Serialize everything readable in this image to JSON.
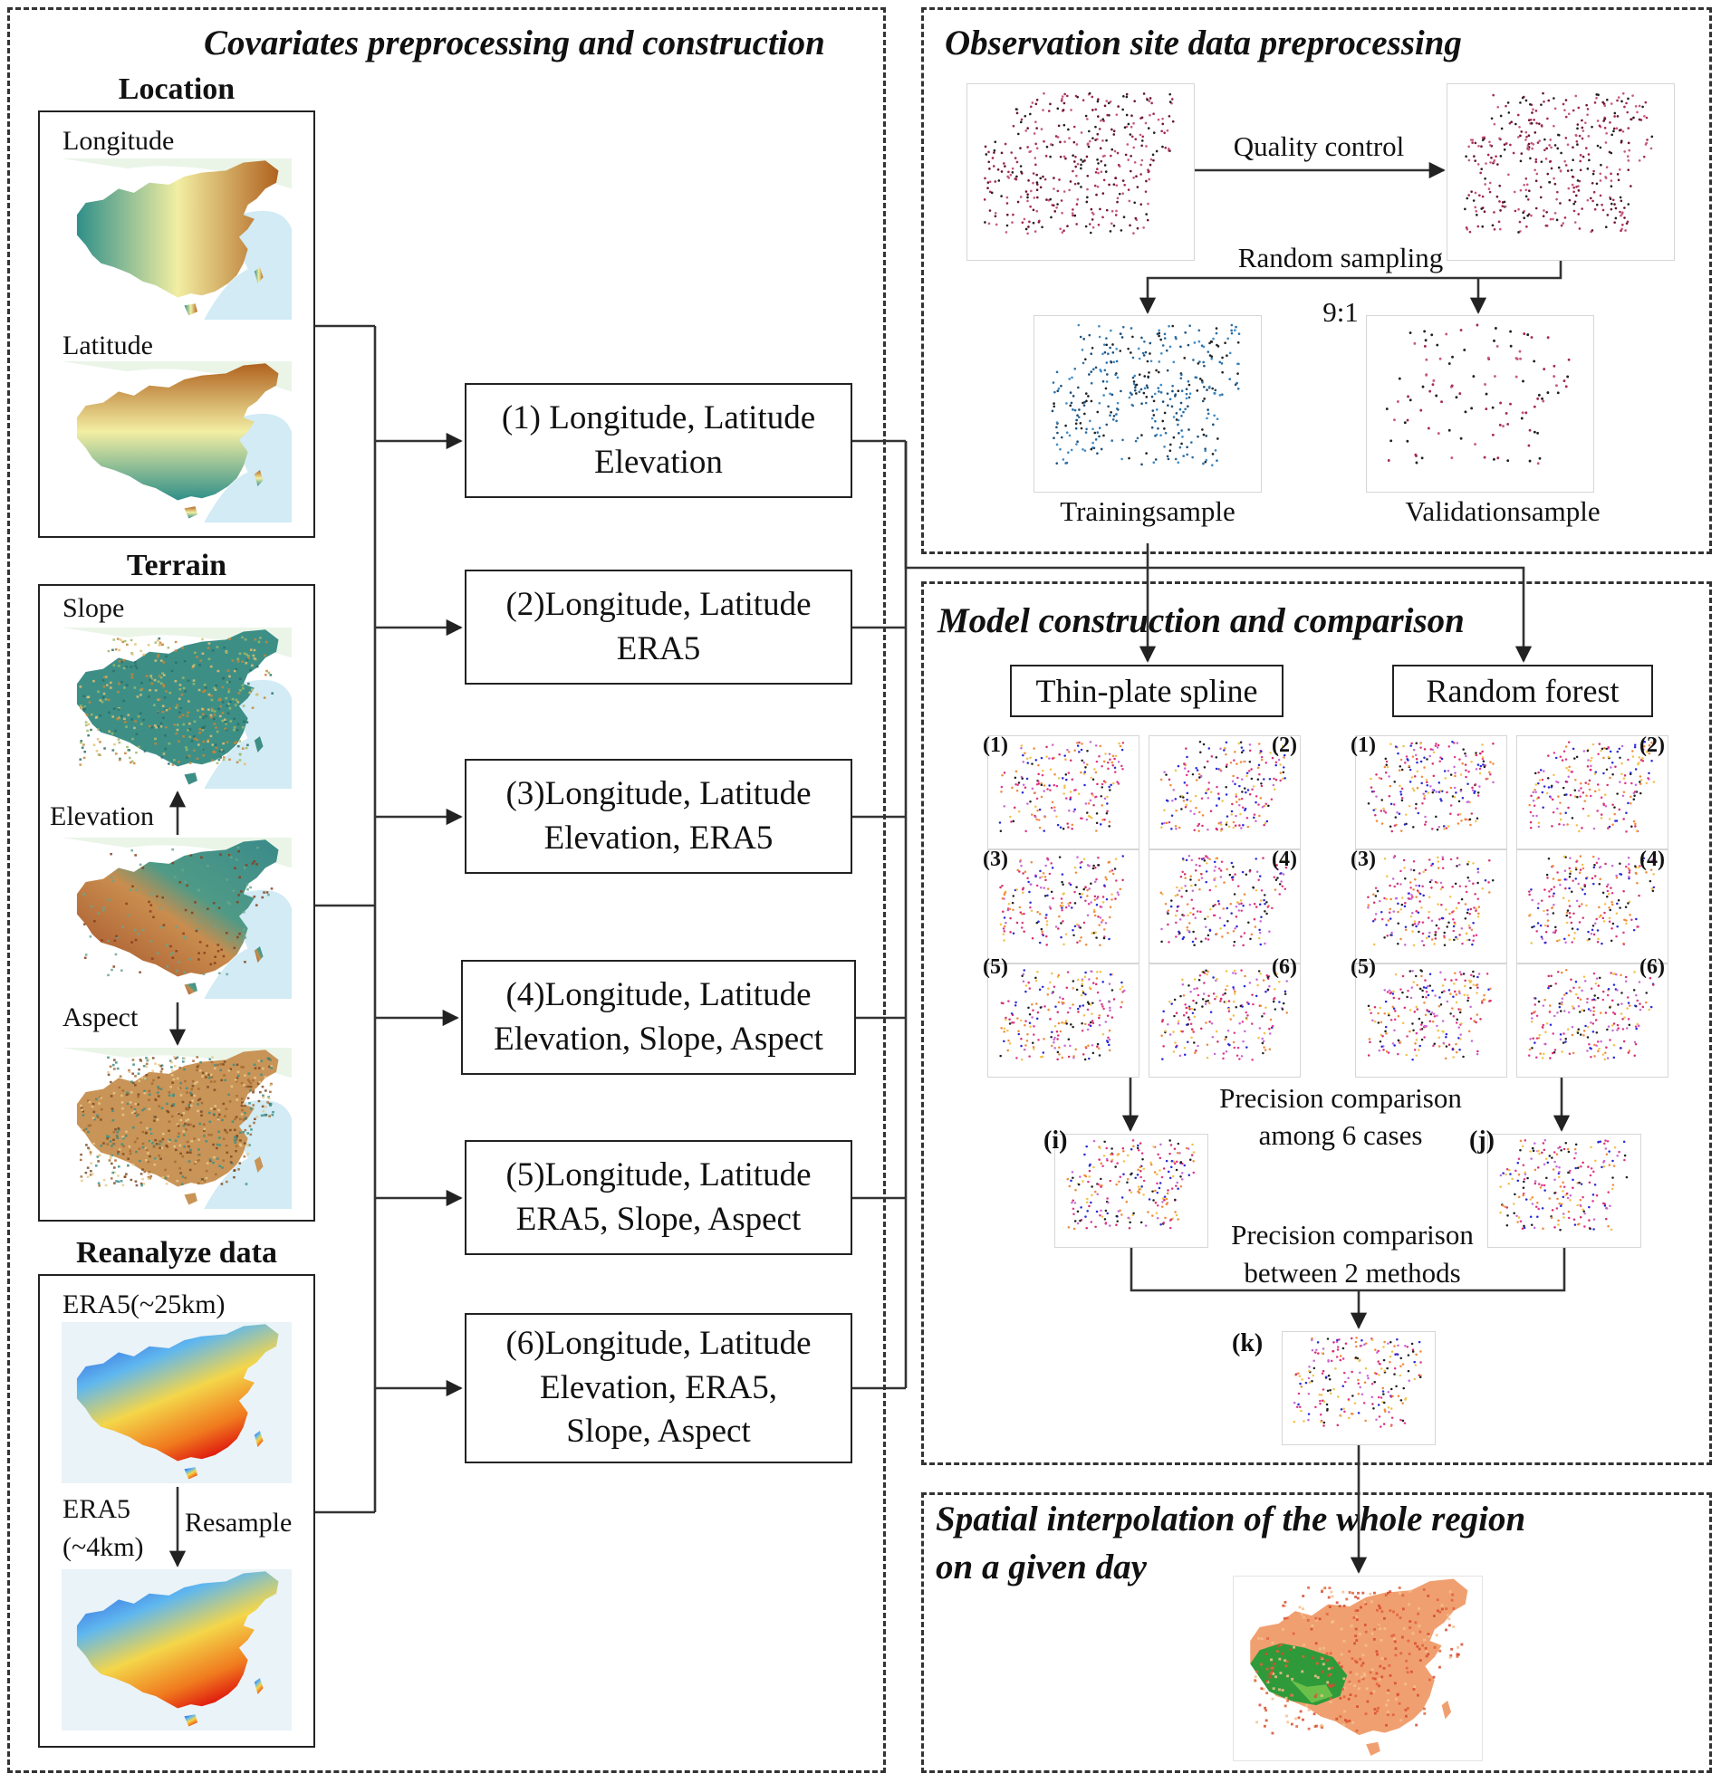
{
  "sections": {
    "covariates": "Covariates preprocessing and construction",
    "observation": "Observation site data preprocessing",
    "model": "Model construction and comparison",
    "spatial_line1": "Spatial interpolation of the whole region",
    "spatial_line2": "on a given day"
  },
  "location": {
    "title": "Location",
    "longitude": "Longitude",
    "latitude": "Latitude"
  },
  "terrain": {
    "title": "Terrain",
    "slope": "Slope",
    "elevation": "Elevation",
    "aspect": "Aspect"
  },
  "reanalysis": {
    "title": "Reanalyze data",
    "era5_25": "ERA5(~25km)",
    "era5_4_line1": "ERA5",
    "era5_4_line2": "(~4km)",
    "resample": "Resample"
  },
  "cases": [
    {
      "line1": "(1) Longitude, Latitude",
      "line2": "Elevation"
    },
    {
      "line1": "(2)Longitude, Latitude",
      "line2": "ERA5"
    },
    {
      "line1": "(3)Longitude, Latitude",
      "line2": "Elevation, ERA5"
    },
    {
      "line1": "(4)Longitude, Latitude",
      "line2": "Elevation, Slope, Aspect"
    },
    {
      "line1": "(5)Longitude, Latitude",
      "line2": "ERA5, Slope, Aspect"
    },
    {
      "line1": "(6)Longitude, Latitude",
      "line2": "Elevation, ERA5,",
      "line3": "Slope, Aspect"
    }
  ],
  "observation": {
    "quality_control": "Quality control",
    "random_sampling": "Random sampling",
    "ratio": "9:1",
    "training": "Trainingsample",
    "validation": "Validationsample"
  },
  "model": {
    "tps": "Thin-plate spline",
    "rf": "Random forest",
    "tile_tags": [
      "(1)",
      "(2)",
      "(3)",
      "(4)",
      "(5)",
      "(6)"
    ],
    "precision_cases_line1": "Precision comparison",
    "precision_cases_line2": "among 6 cases",
    "precision_methods_line1": "Precision comparison",
    "precision_methods_line2": "between 2 methods",
    "tag_i": "(i)",
    "tag_j": "(j)",
    "tag_k": "(k)"
  }
}
